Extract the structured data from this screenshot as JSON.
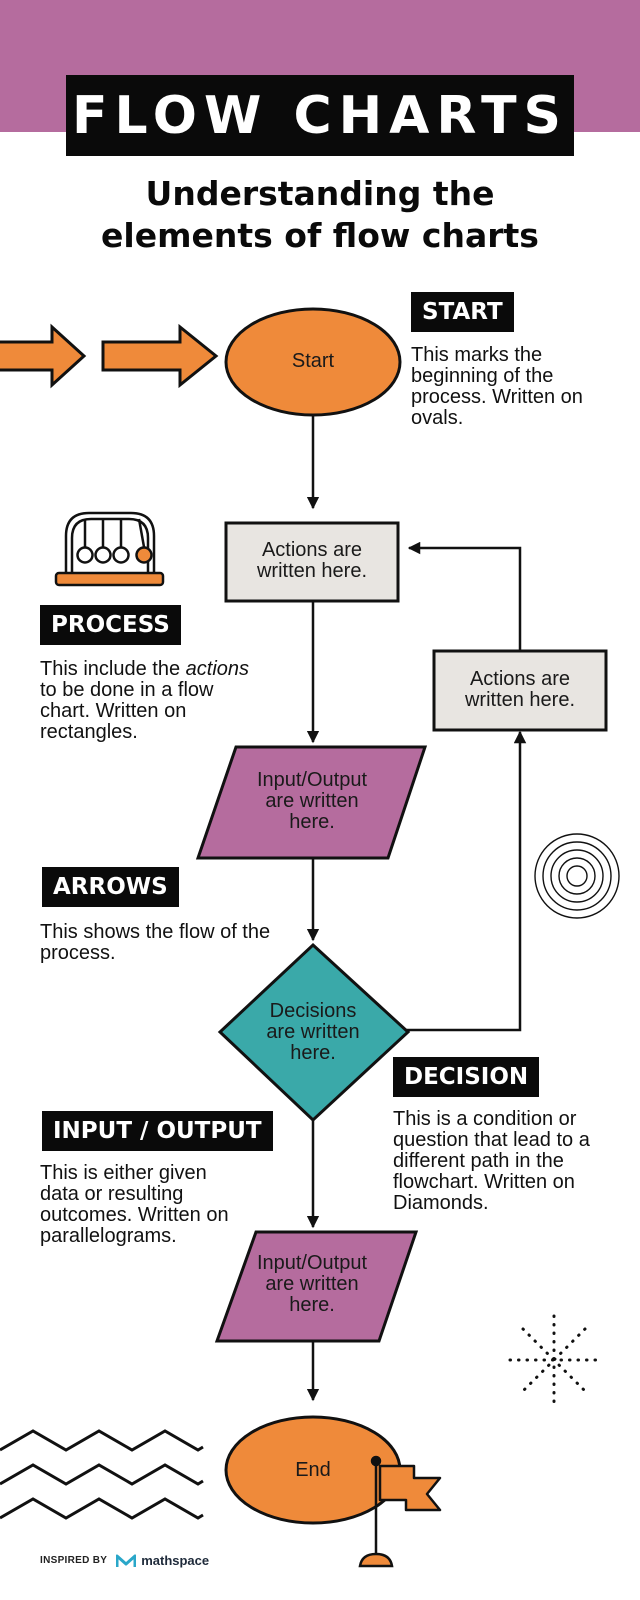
{
  "header": {
    "title": "FLOW CHARTS",
    "subtitle_line1": "Understanding the",
    "subtitle_line2": "elements of flow charts"
  },
  "flowchart": {
    "start_label": "Start",
    "process_label": "Actions are written here.",
    "process_side_label": "Actions are written here.",
    "io_label_1": "Input/Output are written here.",
    "decision_label": "Decisions are written here.",
    "io_label_2": "Input/Output are written here.",
    "end_label": "End"
  },
  "sections": {
    "start": {
      "tag": "START",
      "desc": "This marks the beginning of the process. Written on ovals."
    },
    "process": {
      "tag": "PROCESS",
      "desc_before": "This include the ",
      "desc_italic": "actions",
      "desc_after": " to be done in a flow chart. Written on rectangles."
    },
    "arrows": {
      "tag": "ARROWS",
      "desc": "This shows the flow of the process."
    },
    "decision": {
      "tag": "DECISION",
      "desc": "This is a condition or question that lead to a different path in the flowchart. Written on Diamonds."
    },
    "io": {
      "tag": "INPUT / OUTPUT",
      "desc": "This is either given data or resulting outcomes. Written on parallelograms."
    }
  },
  "footer": {
    "inspired": "INSPIRED BY",
    "brand": "mathspace"
  },
  "colors": {
    "band": "#b56c9e",
    "oval": "#ef8a3a",
    "process": "#e8e5e1",
    "io": "#b56c9e",
    "decision": "#3aa9a9"
  },
  "icons": [
    "double-arrow-icon",
    "newtons-cradle-icon",
    "concentric-circles-icon",
    "starburst-icon",
    "zigzag-lines-icon",
    "flag-icon",
    "mathspace-logo-icon"
  ]
}
